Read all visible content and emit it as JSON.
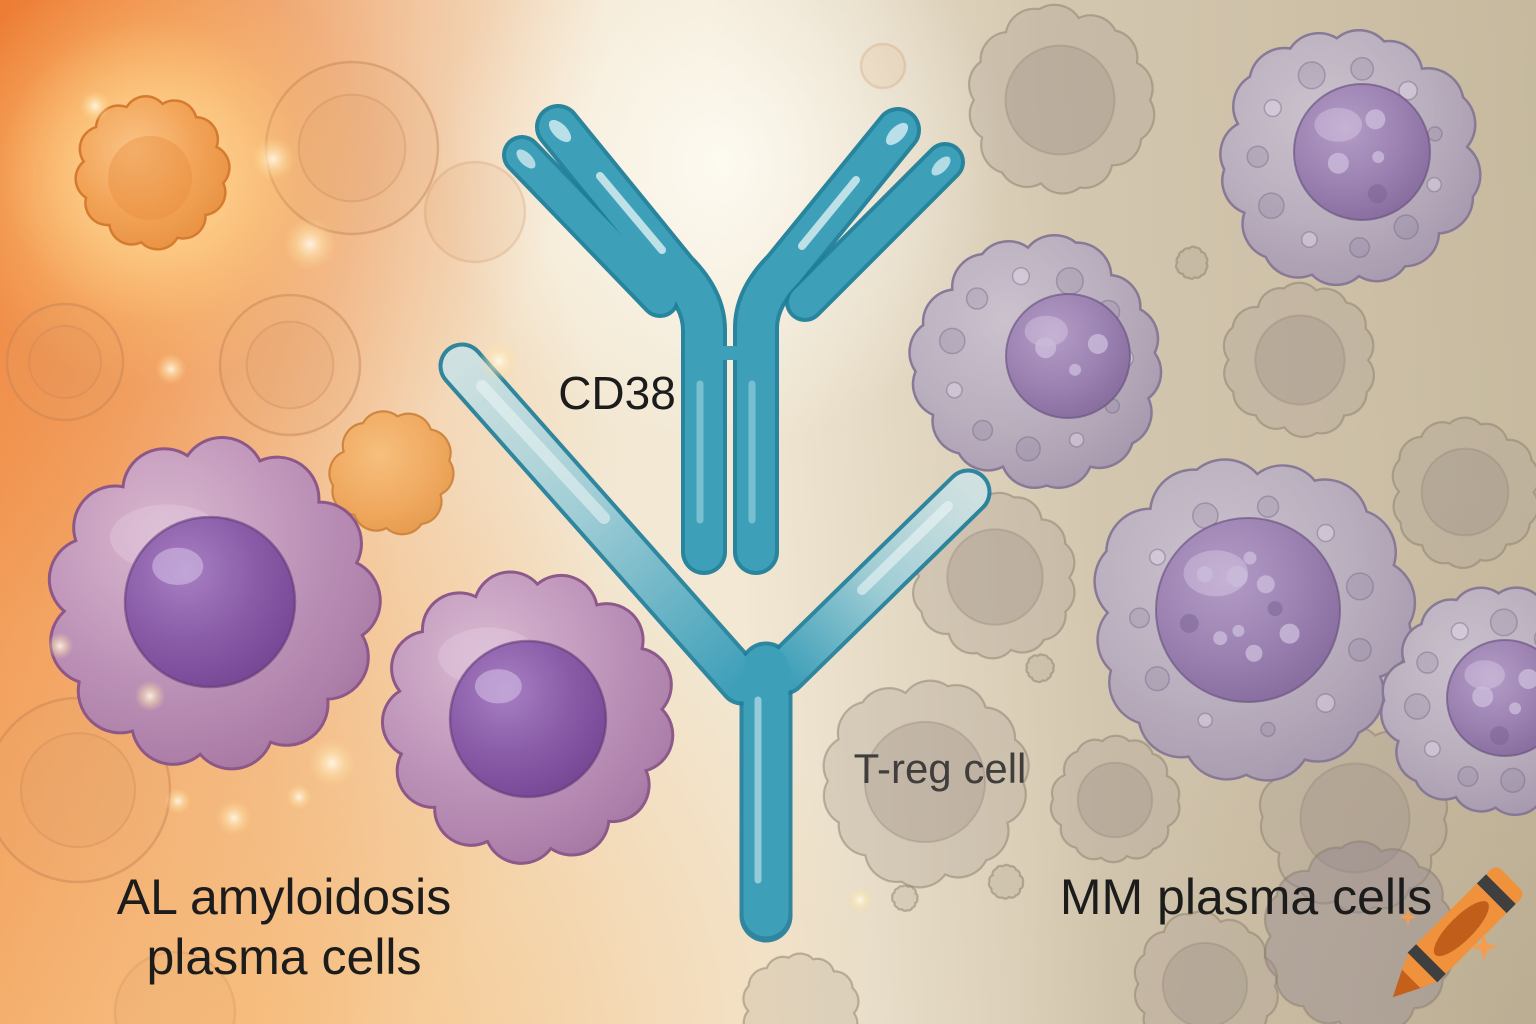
{
  "illustration": {
    "labels": {
      "cd38": "CD38",
      "treg_cell": "T-reg cell",
      "al_line1": "AL amyloidosis",
      "al_line2": "plasma cells",
      "mm": "MM plasma cells"
    },
    "colors": {
      "antibody_teal": "#3E9FB9",
      "antibody_outline": "#1E7E9A",
      "al_cell_body": "#BE94BC",
      "al_cell_nucleus": "#8A5CA8",
      "mm_cell_body": "#B9AEBE",
      "mm_cell_nucleus": "#9C83B2",
      "glow_cell_orange": "#F2A255",
      "background_left_orange": "#F3A05C",
      "background_center_cream": "#F3E9D6",
      "background_right_tan": "#CEC1A8",
      "label_text": "#1C1C1C",
      "treg_label_text": "#3F3E3C"
    }
  },
  "watermark": {
    "crayon_color": "#F0913C",
    "crayon_tip_color": "#C5601A",
    "stripe_color": "#3F3F3F",
    "label_ellipse_color": "#C05E1A",
    "sparkle_color": "#F49D4F"
  }
}
